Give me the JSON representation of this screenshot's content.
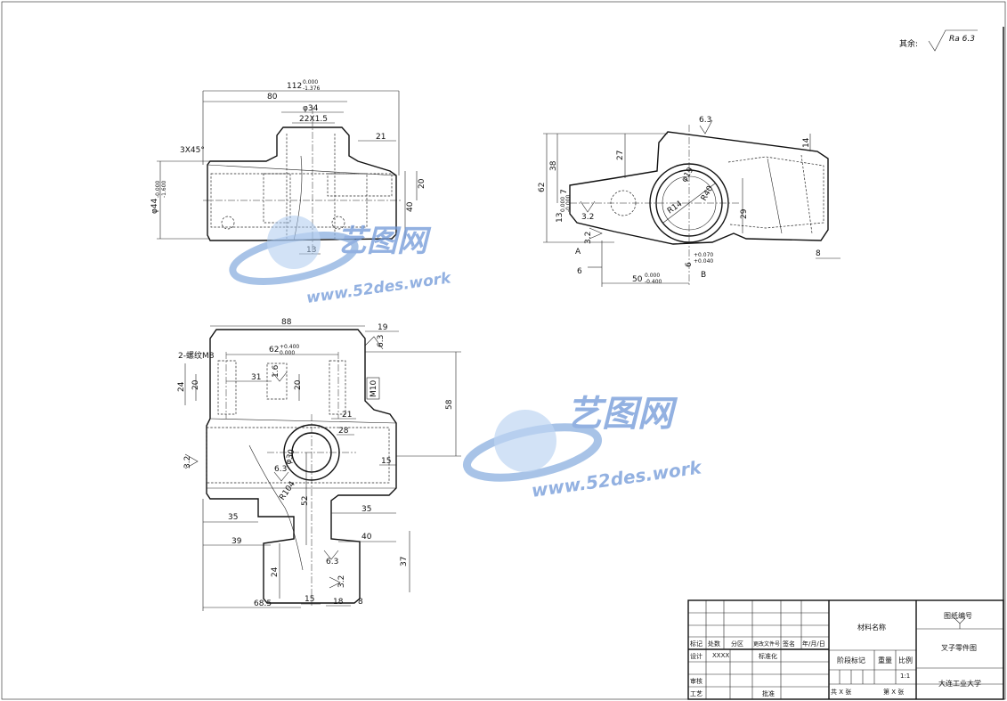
{
  "roughness_note": {
    "prefix": "其余:",
    "value": "Ra 6.3"
  },
  "watermark": {
    "cn": "艺图网",
    "url": "www.52des.work"
  },
  "front_view": {
    "dims": {
      "overall_length": "112",
      "overall_tol_upper": "0.000",
      "overall_tol_lower": "-1.376",
      "length_80": "80",
      "dia_34": "φ34",
      "thread": "22X1.5",
      "chamfer": "3X45°",
      "len_21": "21",
      "dia_44": "φ44",
      "dia_44_tol_upper": "-0.000",
      "dia_44_tol_lower": "-1.600",
      "h_20": "20",
      "h_40": "40",
      "w_13": "13"
    }
  },
  "side_view": {
    "dims": {
      "rough_top": "6.3",
      "h_38": "38",
      "h_62": "62",
      "h_27": "27",
      "h_14": "14",
      "ang_7": "7",
      "h_13": "13",
      "h_13_tol_upper": "0.000",
      "h_13_tol_lower": "-0.000",
      "rough_32a": "3.2",
      "rough_32b": "3.2",
      "label_a": "A",
      "label_b": "B",
      "len_6": "6",
      "len_50": "50",
      "len_50_tol_upper": "0.000",
      "len_50_tol_lower": "-0.400",
      "len_8": "8",
      "h_29": "29",
      "w_6": "6",
      "w_6_tol_upper": "+0.070",
      "w_6_tol_lower": "+0.040",
      "dia_19": "φ19",
      "r_14": "R14",
      "r_40": "R40"
    }
  },
  "top_view": {
    "dims": {
      "w_88": "88",
      "w_19": "19",
      "rough_63": "6.3",
      "holes": "2-螺纹M8",
      "w_62": "62",
      "w_62_tol_upper": "+0.400",
      "w_62_tol_lower": "0.000",
      "h_24": "24",
      "h_20a": "20",
      "w_31": "31",
      "rough_16": "1.6",
      "h_20b": "20",
      "m10": "M10",
      "w_21": "21",
      "h_58": "58",
      "w_28": "28",
      "dia_30": "φ30",
      "rough_32": "3.2",
      "w_15": "15",
      "rough_63b": "6.3",
      "r_104": "R104",
      "h_52": "52",
      "w_35a": "35",
      "w_35b": "35",
      "w_39": "39",
      "w_40": "40",
      "h_24b": "24",
      "h_37": "37",
      "rough_63c": "6.3",
      "rough_32c": "3.2",
      "w_15b": "15",
      "w_18": "18",
      "w_8": "8",
      "w_685": "68.5"
    }
  },
  "title_block": {
    "material": "材料名称",
    "drawing_no_label": "图纸编号",
    "drawing_name": "叉子零件图",
    "school": "大连工业大学",
    "row_labels": [
      "标记",
      "处数",
      "分区",
      "更改文件号",
      "签名",
      "年/月/日"
    ],
    "design": "设计",
    "design_name": "XXXX",
    "standardize": "标准化",
    "stage_mark": "阶段标记",
    "weight": "重量",
    "scale": "比例",
    "scale_value": "1:1",
    "review": "审核",
    "process": "工艺",
    "approve": "批准",
    "total_sheets": "共 X 张",
    "sheet_no": "第 X 张"
  }
}
